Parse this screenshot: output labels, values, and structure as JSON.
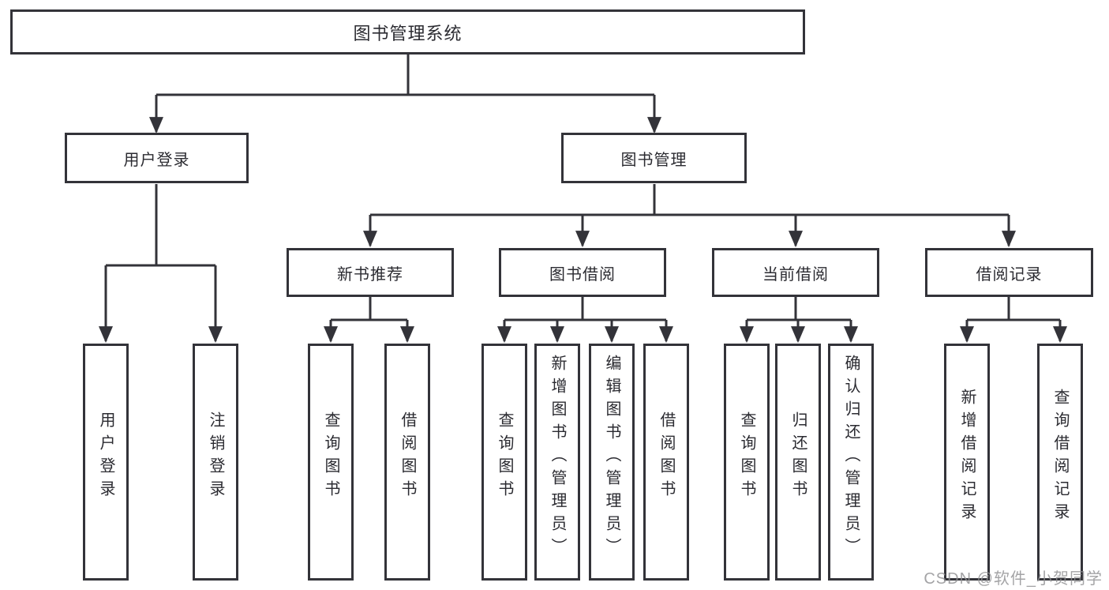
{
  "watermark": "CSDN @软件_小贺同学",
  "colors": {
    "line": "#333339",
    "node_border": "#333339",
    "text": "#2b2b31",
    "watermark_text": "#909093",
    "background": "#ffffff"
  },
  "tree": {
    "root": "图书管理系统",
    "branches": [
      {
        "label": "用户登录",
        "leaves": [
          "用户登录",
          "注销登录"
        ]
      },
      {
        "label": "图书管理",
        "groups": [
          {
            "label": "新书推荐",
            "leaves": [
              "查询图书",
              "借阅图书"
            ]
          },
          {
            "label": "图书借阅",
            "leaves": [
              "查询图书",
              "新增图书（管理员）",
              "编辑图书（管理员）",
              "借阅图书"
            ]
          },
          {
            "label": "当前借阅",
            "leaves": [
              "查询图书",
              "归还图书",
              "确认归还（管理员）"
            ]
          },
          {
            "label": "借阅记录",
            "leaves": [
              "新增借阅记录",
              "查询借阅记录"
            ]
          }
        ]
      }
    ]
  }
}
